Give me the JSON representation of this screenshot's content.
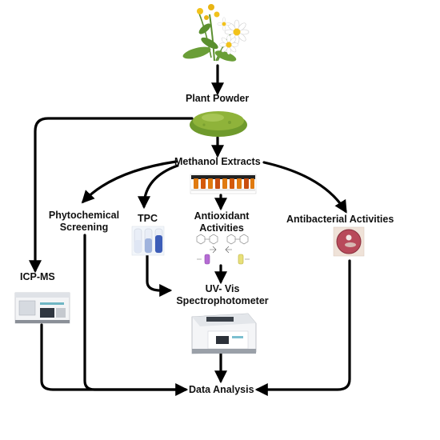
{
  "nodes": {
    "plant_powder": "Plant Powder",
    "methanol_extracts": "Methanol Extracts",
    "phytochemical_line1": "Phytochemical",
    "phytochemical_line2": "Screening",
    "tpc": "TPC",
    "antioxidant_line1": "Antioxidant",
    "antioxidant_line2": "Activities",
    "antibacterial": "Antibacterial Activities",
    "icpms": "ICP-MS",
    "uvvis_line1": "UV- Vis",
    "uvvis_line2": "Spectrophotometer",
    "data_analysis": "Data Analysis"
  },
  "icons": {
    "flowers": "chamomile-flowers-icon",
    "powder": "green-powder-icon",
    "extract_tubes": "extract-tubes-icon",
    "tpc_tubes": "tpc-tubes-icon",
    "dpph_structures": "dpph-structures-icon",
    "petri_dish": "petri-dish-icon",
    "icpms_instrument": "icpms-instrument-icon",
    "spectrophotometer": "spectrophotometer-icon"
  },
  "colors": {
    "arrow": "#000000",
    "powder": "#8fb33a",
    "leaf": "#5a8f2e",
    "flower_center": "#f2c21b",
    "petri": "#b84a5a"
  }
}
